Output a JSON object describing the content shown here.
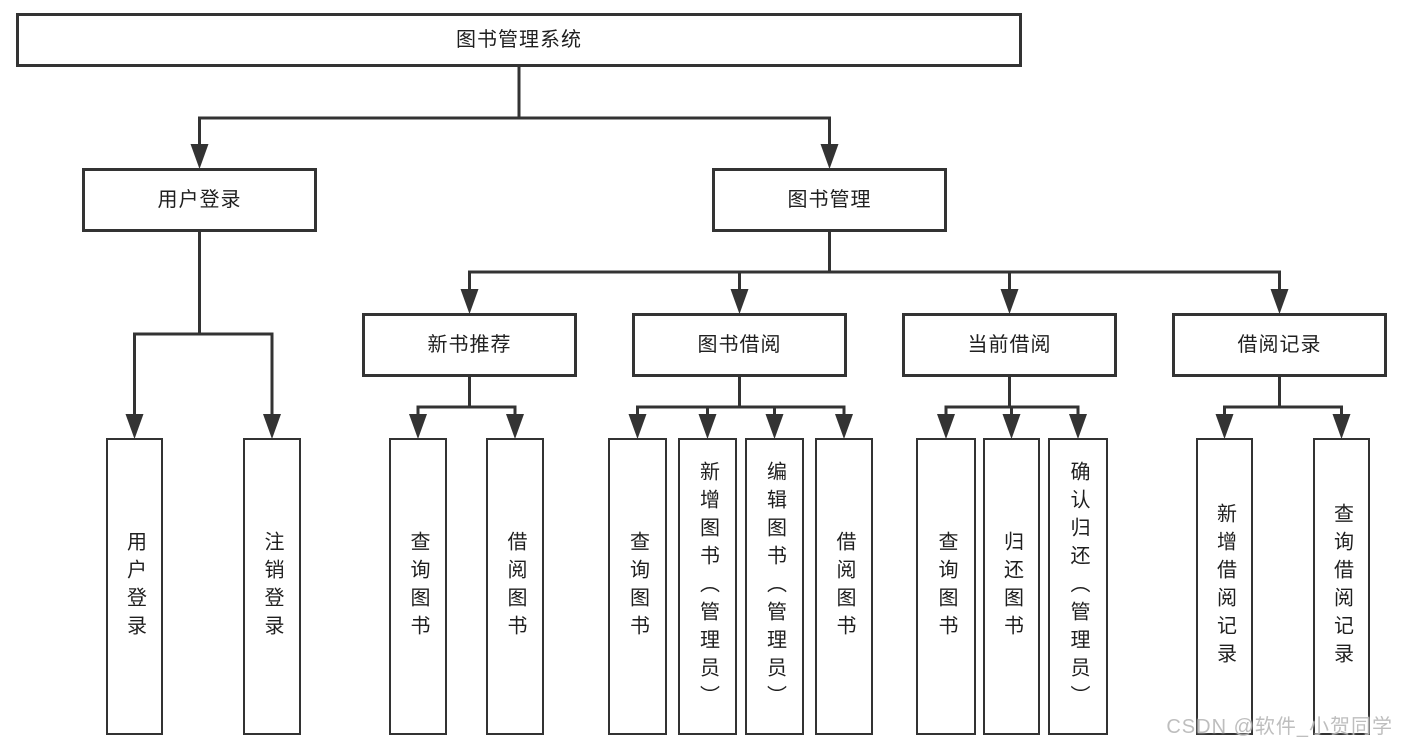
{
  "diagram": {
    "title": "图书管理系统",
    "colors": {
      "line": "#333333",
      "box_border": "#333333",
      "text": "#1f1f1f",
      "background": "#ffffff",
      "watermark": "#b9b9b9"
    },
    "nodes": [
      {
        "id": "root",
        "label": "图书管理系统",
        "orientation": "horizontal",
        "level": 1
      },
      {
        "id": "user-login",
        "label": "用户登录",
        "orientation": "horizontal",
        "level": 2
      },
      {
        "id": "book-mgmt",
        "label": "图书管理",
        "orientation": "horizontal",
        "level": 2
      },
      {
        "id": "new-book-rec",
        "label": "新书推荐",
        "orientation": "horizontal",
        "level": 3
      },
      {
        "id": "book-borrow",
        "label": "图书借阅",
        "orientation": "horizontal",
        "level": 3
      },
      {
        "id": "current-borrow",
        "label": "当前借阅",
        "orientation": "horizontal",
        "level": 3
      },
      {
        "id": "borrow-records",
        "label": "借阅记录",
        "orientation": "horizontal",
        "level": 3
      },
      {
        "id": "login-v",
        "label": "用户登录",
        "orientation": "vertical",
        "level": 4
      },
      {
        "id": "logout-v",
        "label": "注销登录",
        "orientation": "vertical",
        "level": 4
      },
      {
        "id": "rec-query",
        "label": "查询图书",
        "orientation": "vertical",
        "level": 4
      },
      {
        "id": "rec-borrow",
        "label": "借阅图书",
        "orientation": "vertical",
        "level": 4
      },
      {
        "id": "bb-query",
        "label": "查询图书",
        "orientation": "vertical",
        "level": 4
      },
      {
        "id": "bb-add",
        "label": "新增图书（管理员）",
        "orientation": "vertical",
        "level": 4
      },
      {
        "id": "bb-edit",
        "label": "编辑图书（管理员）",
        "orientation": "vertical",
        "level": 4
      },
      {
        "id": "bb-borrow",
        "label": "借阅图书",
        "orientation": "vertical",
        "level": 4
      },
      {
        "id": "cb-query",
        "label": "查询图书",
        "orientation": "vertical",
        "level": 4
      },
      {
        "id": "cb-return",
        "label": "归还图书",
        "orientation": "vertical",
        "level": 4
      },
      {
        "id": "cb-confirm",
        "label": "确认归还（管理员）",
        "orientation": "vertical",
        "level": 4
      },
      {
        "id": "br-add",
        "label": "新增借阅记录",
        "orientation": "vertical",
        "level": 4
      },
      {
        "id": "br-query",
        "label": "查询借阅记录",
        "orientation": "vertical",
        "level": 4
      }
    ],
    "edges": [
      [
        "root",
        "user-login"
      ],
      [
        "root",
        "book-mgmt"
      ],
      [
        "user-login",
        "login-v"
      ],
      [
        "user-login",
        "logout-v"
      ],
      [
        "book-mgmt",
        "new-book-rec"
      ],
      [
        "book-mgmt",
        "book-borrow"
      ],
      [
        "book-mgmt",
        "current-borrow"
      ],
      [
        "book-mgmt",
        "borrow-records"
      ],
      [
        "new-book-rec",
        "rec-query"
      ],
      [
        "new-book-rec",
        "rec-borrow"
      ],
      [
        "book-borrow",
        "bb-query"
      ],
      [
        "book-borrow",
        "bb-add"
      ],
      [
        "book-borrow",
        "bb-edit"
      ],
      [
        "book-borrow",
        "bb-borrow"
      ],
      [
        "current-borrow",
        "cb-query"
      ],
      [
        "current-borrow",
        "cb-return"
      ],
      [
        "current-borrow",
        "cb-confirm"
      ],
      [
        "borrow-records",
        "br-add"
      ],
      [
        "borrow-records",
        "br-query"
      ]
    ]
  },
  "watermark": {
    "text": "CSDN @软件_小贺同学"
  }
}
